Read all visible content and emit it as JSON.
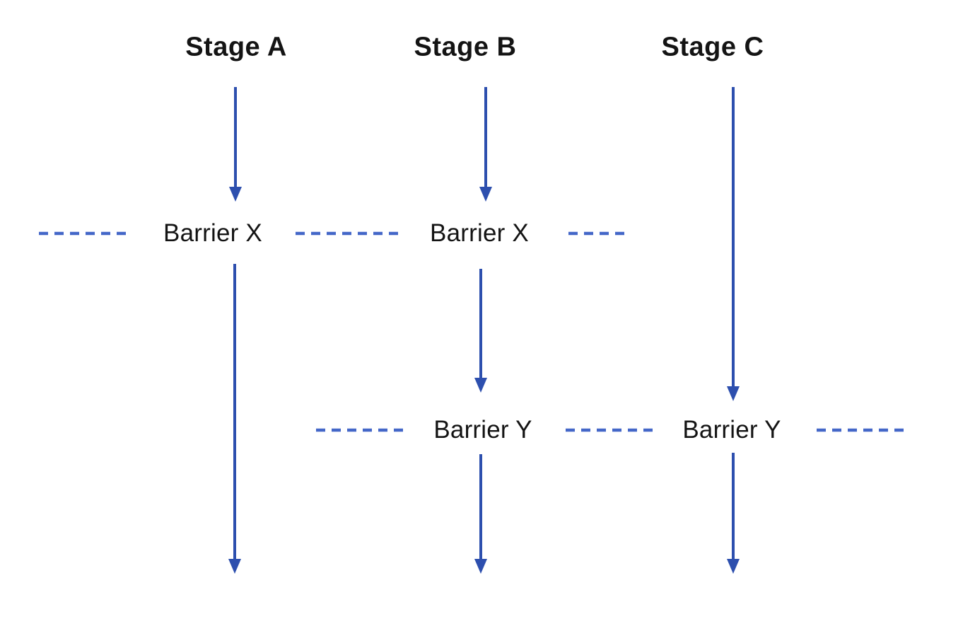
{
  "diagram": {
    "title_hint": "Three pipeline stages with synchronization barriers",
    "stages": {
      "stage_a": "Stage A",
      "stage_b": "Stage B",
      "stage_c": "Stage C"
    },
    "barriers": {
      "barrier_x_1": "Barrier X",
      "barrier_x_2": "Barrier X",
      "barrier_y_1": "Barrier Y",
      "barrier_y_2": "Barrier Y"
    }
  },
  "colors": {
    "arrow": "#2d4fae",
    "dash": "#4467c8",
    "text": "#141414",
    "background": "#ffffff"
  }
}
